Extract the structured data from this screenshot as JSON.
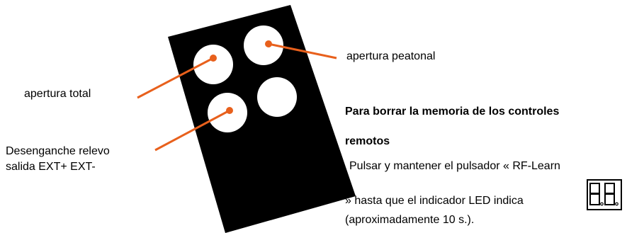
{
  "labels": {
    "apertura_total": "apertura total",
    "apertura_peatonal": "apertura peatonal",
    "desenganche_line1": "Desenganche relevo",
    "desenganche_line2": "salida EXT+ EXT-"
  },
  "instructions": {
    "heading_line1": "Para borrar la memoria de los controles",
    "heading_line2": "remotos",
    "line1": "Pulsar y  mantener el pulsador « RF-Learn",
    "line2": "» hasta que el indicador LED indica",
    "line3": "(aproximadamente 10 s.)."
  },
  "colors": {
    "leader_line": "#e8601c",
    "remote_body": "#000000",
    "button_fill": "#ffffff"
  },
  "icons": {
    "led_display": "seven-segment-display-icon"
  }
}
